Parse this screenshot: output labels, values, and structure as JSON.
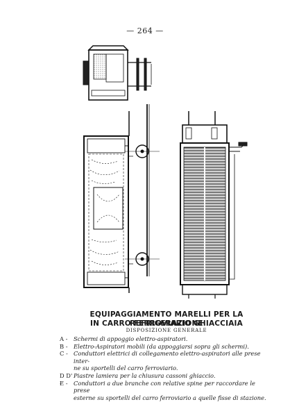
{
  "page_number": "— 264 —",
  "title_line1": "EQUIPAGGIAMENTO MARELLI PER LA REFRIGERAZIONE",
  "title_line2": "IN CARRO FERROVIARIO GHIACCIAIA",
  "subheading": "DISPOSIZIONE GENERALE",
  "legend": [
    {
      "key": "A -",
      "text": "Schermi di appoggio elettro-aspiratori."
    },
    {
      "key": "B -",
      "text": "Elettro-Aspiratori mobili (da appoggiarsi sopra gli schermi)."
    },
    {
      "key": "C -",
      "text": "Conduttori elettrici di collegamento elettro-aspiratori alle prese inter-",
      "cont": "ne su sportelli del carro ferroviario."
    },
    {
      "key": "D D' -",
      "text": "Piastre lamiera per la chiusura cassoni ghiaccio."
    },
    {
      "key": "E -",
      "text": "Conduttori a due branche con relative spine per raccordare le prese",
      "cont": "esterne su sportelli del carro ferroviario a quelle fisse di stazione."
    }
  ]
}
